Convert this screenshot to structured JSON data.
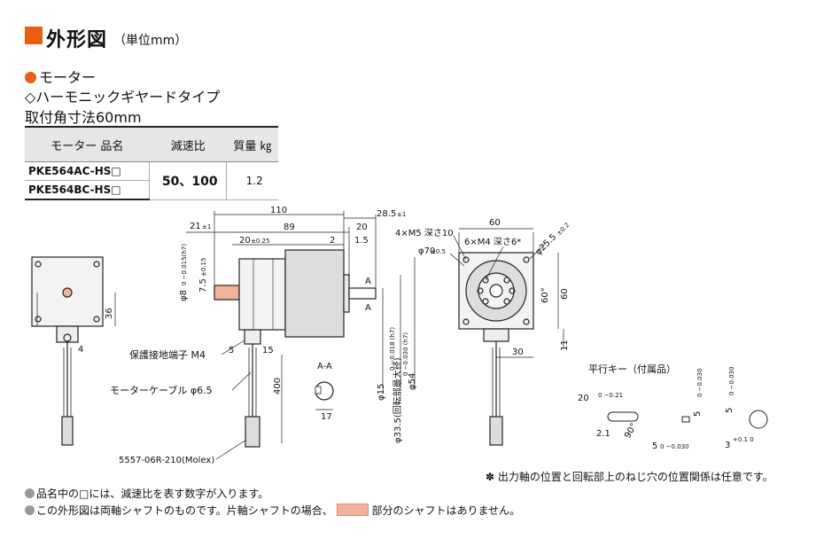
{
  "header": {
    "title": "外形図",
    "unit": "（単位mm）"
  },
  "product": {
    "category": "モーター",
    "type": "◇ハーモニックギヤードタイプ",
    "size": "取付角寸法60mm"
  },
  "table": {
    "headers": [
      "モーター 品名",
      "減速比",
      "質量 ㎏"
    ],
    "rows": [
      {
        "name": "PKE564AC-HS□"
      },
      {
        "name": "PKE564BC-HS□"
      }
    ],
    "ratio": "50、100",
    "mass": "1.2"
  },
  "dims": {
    "d110": "110",
    "d285": "28.5",
    "d285tol": "±1",
    "d21": "21",
    "d21tol": "±1",
    "d89": "89",
    "d20a": "20",
    "d20b": "20",
    "d20tol": "±0.25",
    "d2": "2",
    "d15a": "1.5",
    "phi8": "φ8",
    "phi8tol": "0 −0.015(h7)",
    "d75": "7.5",
    "d75tol": "±0.15",
    "d36": "36",
    "d4": "4",
    "d5": "5",
    "d15": "15",
    "d400": "400",
    "phi15": "φ15",
    "phi15tol": "0 −0.018 (h7)",
    "phi335": "φ33.5(回転部最大径)",
    "phi54": "φ54",
    "phi54tol": "0 −0.030 (h7)",
    "d60top": "60",
    "m5": "4×M5 深さ10",
    "m4": "6×M4 深さ6*",
    "phi70": "φ70",
    "phi70tol": "±0.5",
    "phi255": "φ25.5",
    "phi255tol": "±0.2",
    "deg60": "60°",
    "d60side": "60",
    "d30": "30",
    "d11": "11",
    "aa": "A-A",
    "d17": "17",
    "key_title": "平行キー（付属品）",
    "k20": "20",
    "k20tol": "0 −0.21",
    "k21": "2.1",
    "k90": "90°",
    "k5a": "5",
    "k5atol": "0 −0.030",
    "k5b": "5",
    "k5btol": "0 −0.030",
    "k5c": "5",
    "k5ctol": "0 −0.030",
    "k3": "3",
    "k3tol": "+0.1 0"
  },
  "labels": {
    "ground": "保護接地端子 M4",
    "cable": "モーターケーブル φ6.5",
    "connector": "5557-06R-210(Molex)",
    "A": "A"
  },
  "notes": {
    "star": "✽ 出力軸の位置と回転部上のねじ穴の位置関係は任意です。",
    "n1": "品名中の□には、減速比を表す数字が入ります。",
    "n2a": "この外形図は両軸シャフトのものです。片軸シャフトの場合、",
    "n2b": "部分のシャフトはありません。"
  },
  "colors": {
    "accent": "#e85f14",
    "shaft": "#f0b49a"
  }
}
